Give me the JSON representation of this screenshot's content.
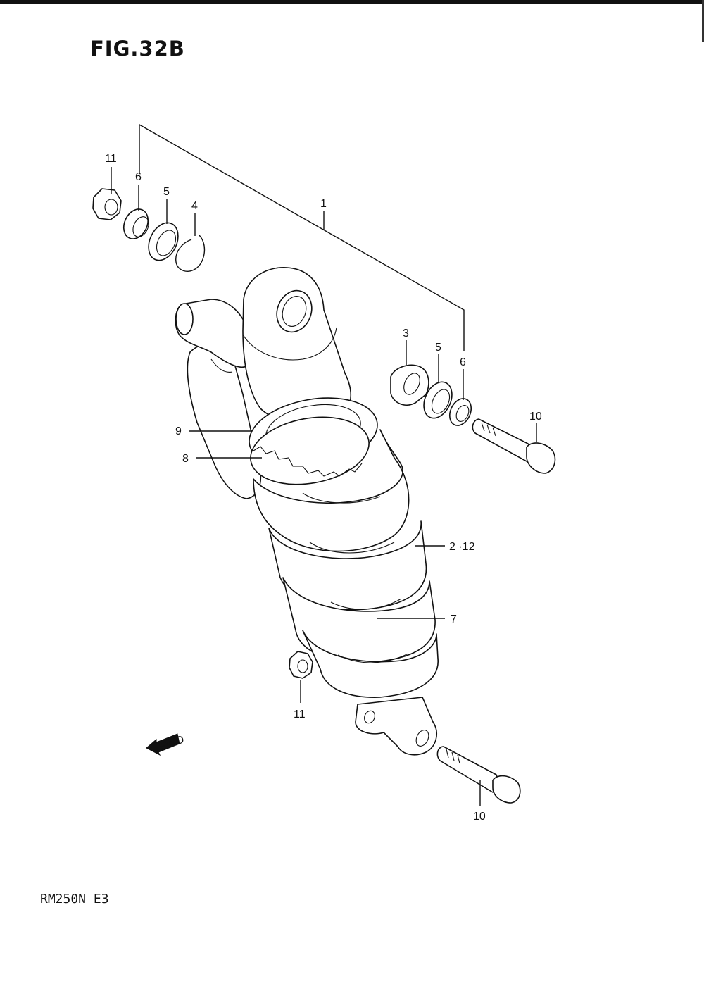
{
  "figure": {
    "title": "FIG.32B",
    "model": "RM250N E3"
  },
  "callouts": {
    "c1": "1",
    "c2_12": "2 ·12",
    "c3": "3",
    "c4": "4",
    "c5_left": "5",
    "c5_right": "5",
    "c6_left": "6",
    "c6_right": "6",
    "c7": "7",
    "c8": "8",
    "c9": "9",
    "c10_upper": "10",
    "c10_lower": "10",
    "c11_upper": "11",
    "c11_lower": "11"
  },
  "fwd_label": "FWD",
  "icons": {
    "fwd": "fwd-arrow-icon"
  }
}
